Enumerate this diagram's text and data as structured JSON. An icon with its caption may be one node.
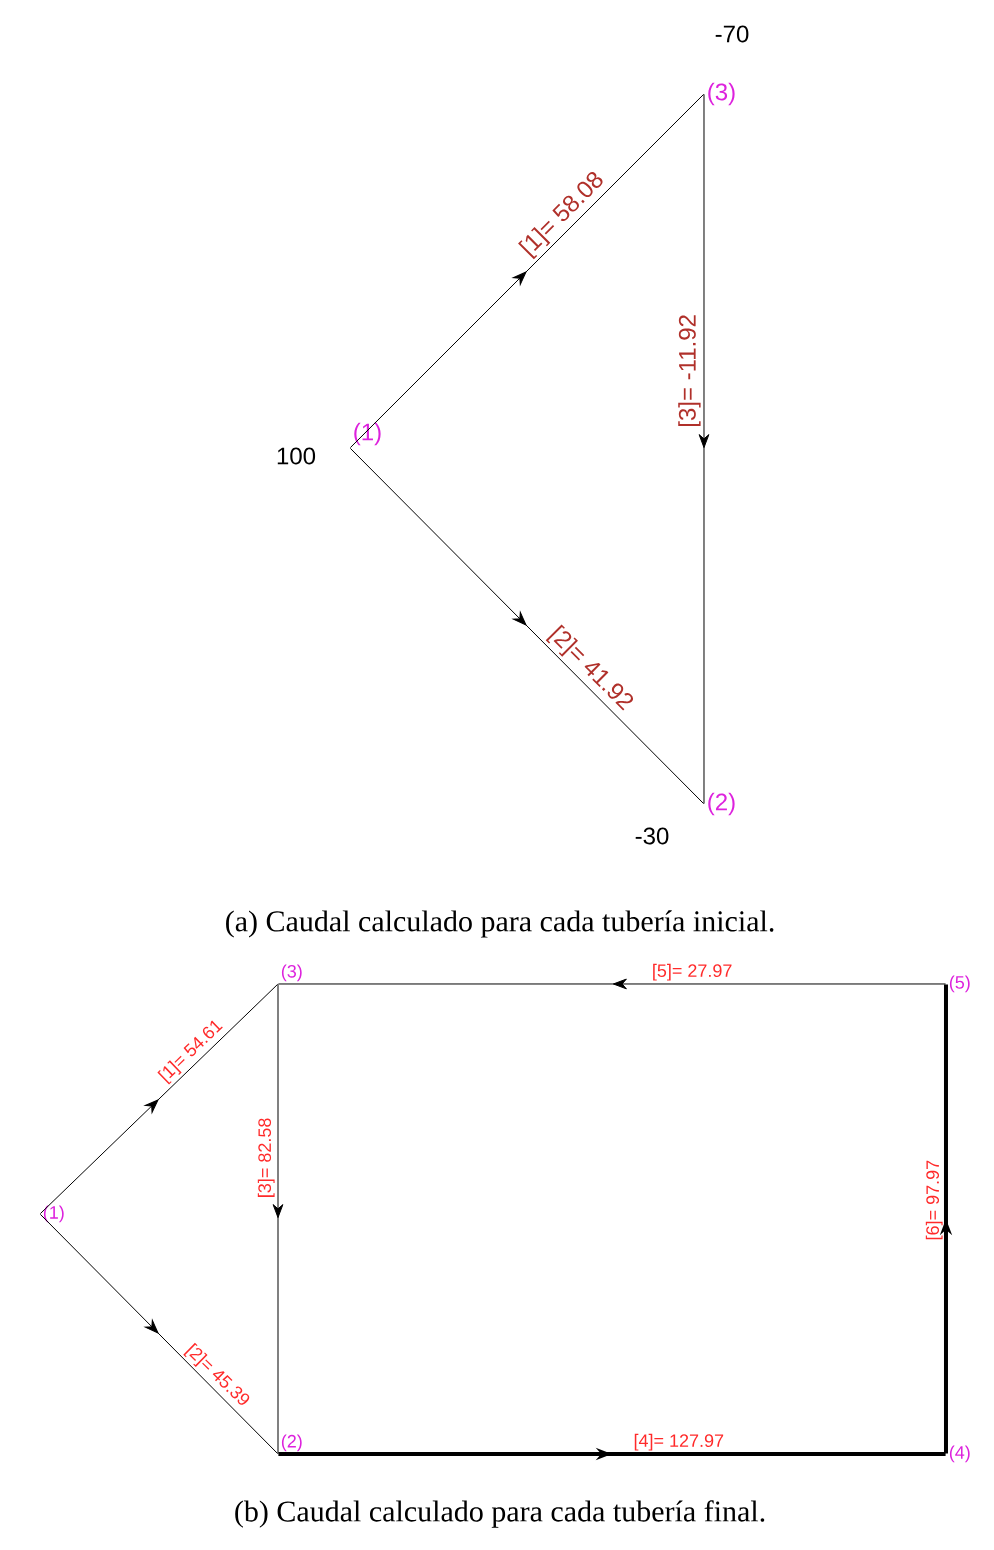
{
  "diagram": {
    "nodes": [
      {
        "text": [
          "(1)"
        ],
        "beside": [
          "100"
        ]
      },
      {
        "text": [
          "(3)"
        ],
        "beside": [
          "-70"
        ]
      },
      {
        "text": [
          "(2)"
        ],
        "beside": [
          "-30"
        ]
      },
      {
        "text": [
          "(1)"
        ]
      },
      {
        "text": [
          "(3)"
        ]
      },
      {
        "text": [
          "(5)"
        ]
      },
      {
        "text": [
          "(2)"
        ]
      },
      {
        "text": [
          "(4)"
        ]
      }
    ],
    "edges": [
      {
        "from": 0,
        "to": 1,
        "arrow": "to",
        "label": "[1]= 58.08"
      },
      {
        "from": 0,
        "to": 2,
        "arrow": "to",
        "label": "[2]= 41.92"
      },
      {
        "from": 1,
        "to": 2,
        "arrow": "to",
        "label": "[3]= -11.92"
      },
      {
        "from": 3,
        "to": 4,
        "arrow": "to",
        "label": "[1]= 54.61"
      },
      {
        "from": 3,
        "to": 6,
        "arrow": "to",
        "label": "[2]= 45.39"
      },
      {
        "from": 4,
        "to": 6,
        "arrow": "to",
        "label": "[3]= 82.58"
      },
      {
        "from": 6,
        "to": 7,
        "arrow": "to",
        "label": "[4]= 127.97",
        "style": "thick"
      },
      {
        "from": 5,
        "to": 4,
        "arrow": "to",
        "label": "[5]= 27.97"
      },
      {
        "from": 7,
        "to": 5,
        "arrow": "to",
        "label": "[6]= 97.97",
        "style": "thick"
      }
    ],
    "labels": [
      "(a) Caudal calculado para cada tubería inicial.",
      "(b) Caudal calculado para cada tubería final."
    ]
  }
}
